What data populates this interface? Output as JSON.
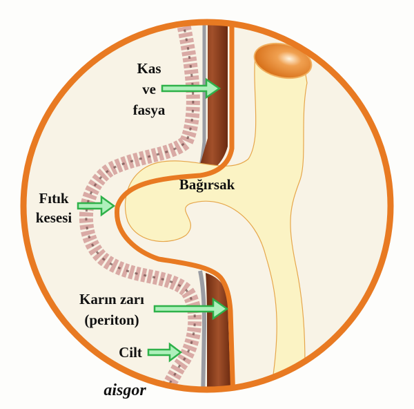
{
  "diagram": {
    "labels": {
      "muscle_line1": "Kas",
      "muscle_line2": "ve",
      "muscle_line3": "fasya",
      "intestine": "Bağırsak",
      "sac_line1": "Fıtık",
      "sac_line2": "kesesi",
      "peritoneum_line1": "Karın zarı",
      "peritoneum_line2": "(periton)",
      "skin": "Cilt"
    },
    "signature": "aisgor",
    "colors": {
      "frame": "#e87a22",
      "background": "#f8f3e6",
      "intestine": "#fbf3c4",
      "muscle": "#8a3a1a",
      "skin": "#e3b9b4",
      "fascia": "#9a9ca3",
      "arrow": "#2fb14a"
    }
  }
}
